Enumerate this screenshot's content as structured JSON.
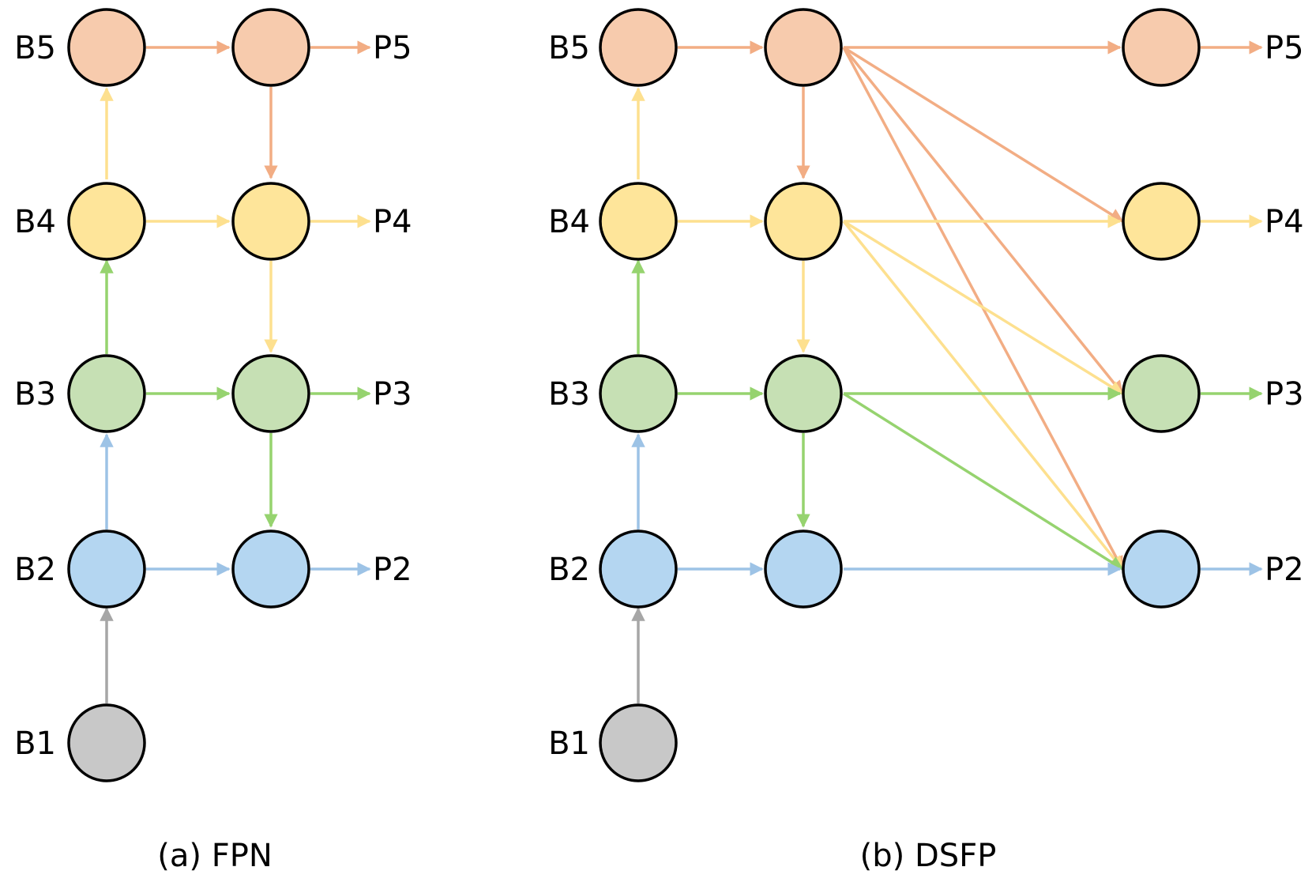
{
  "colors": {
    "level5": "#f7cbad",
    "level4": "#fee59a",
    "level3": "#c6e0b4",
    "level2": "#b4d6f1",
    "level1": "#c8c8c8",
    "edge5": "#f2ad84",
    "edge4": "#fde08f",
    "edge3": "#96d36f",
    "edge2": "#9dc3e6",
    "edge1": "#a6a6a6",
    "outline": "#000000"
  },
  "panels": [
    {
      "caption": "(a) FPN",
      "backbone_labels": [
        "B5",
        "B4",
        "B3",
        "B2",
        "B1"
      ],
      "output_labels": [
        "P5",
        "P4",
        "P3",
        "P2"
      ],
      "dense_fusion": false
    },
    {
      "caption": "(b) DSFP",
      "backbone_labels": [
        "B5",
        "B4",
        "B3",
        "B2",
        "B1"
      ],
      "output_labels": [
        "P5",
        "P4",
        "P3",
        "P2"
      ],
      "dense_fusion": true
    }
  ]
}
